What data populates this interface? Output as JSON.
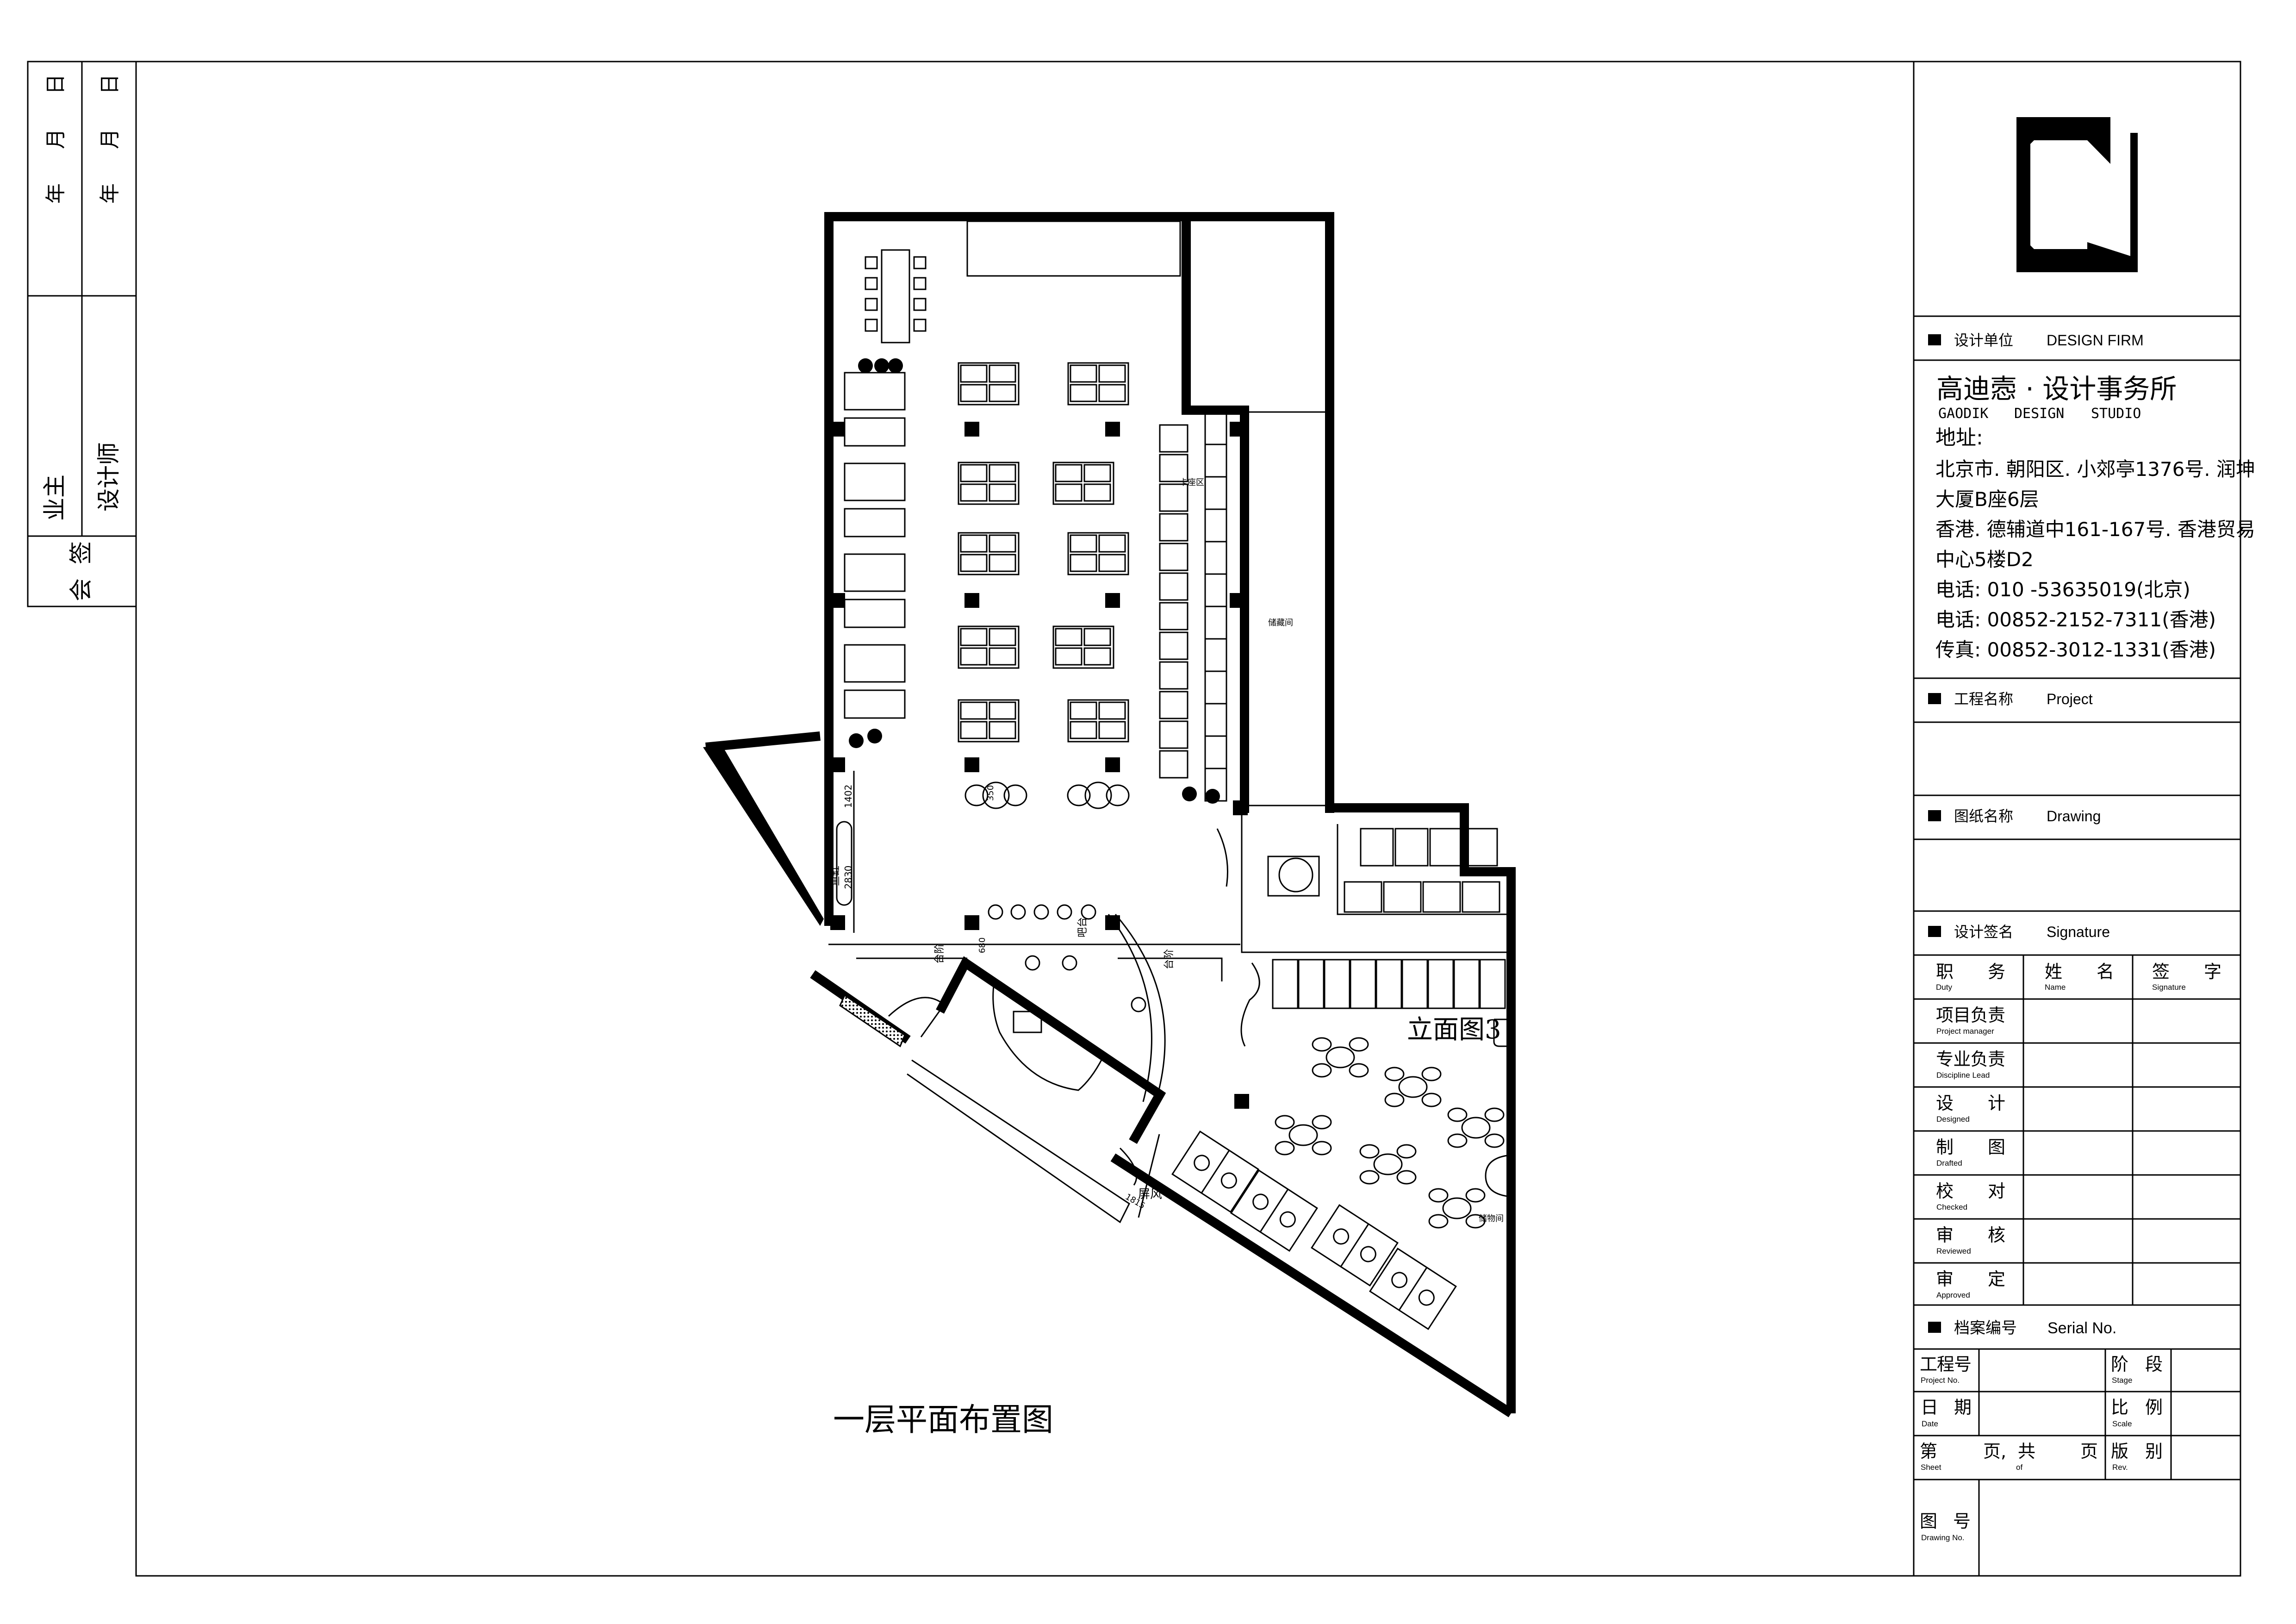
{
  "left_strip": {
    "date_1": "年 月 日",
    "date_2": "年 月 日",
    "owner": "业主",
    "designer": "设计师",
    "countersign": "会签"
  },
  "drawing_title": "一层平面布置图",
  "plan": {
    "labels": {
      "fish_tank": "鱼缸",
      "steps_left": "台阶",
      "steps_right": "台阶",
      "bar_counter": "吧台",
      "screen": "屏风",
      "booth_area": "卡座区",
      "storage_room": "储藏间",
      "storeroom": "储物间",
      "elevation_ref": "立面图3"
    },
    "dimensions": {
      "d1402": "1402",
      "d2830": "2830",
      "d350": "350",
      "d680": "680",
      "d1815": "1815"
    }
  },
  "title_block": {
    "logo_icon": "gaodik-logo",
    "design_firm": {
      "cn": "设计单位",
      "en": "DESIGN FIRM"
    },
    "firm_name": "高迪悫 · 设计事务所",
    "firm_name_en": [
      "GAODIK",
      "DESIGN",
      "STUDIO"
    ],
    "address_label": "地址:",
    "address_lines": [
      "北京市. 朝阳区. 小郊亭1376号. 润坤",
      "大厦B座6层",
      "香港. 德辅道中161-167号. 香港贸易",
      "中心5楼D2",
      "电话: 010 -53635019(北京)",
      "电话: 00852-2152-7311(香港)",
      "传真: 00852-3012-1331(香港)"
    ],
    "project": {
      "cn": "工程名称",
      "en": "Project"
    },
    "drawing": {
      "cn": "图纸名称",
      "en": "Drawing"
    },
    "signature": {
      "cn": "设计签名",
      "en": "Signature"
    },
    "sig_headers": [
      {
        "cn": "职务",
        "en": "Duty"
      },
      {
        "cn": "姓名",
        "en": "Name"
      },
      {
        "cn": "签字",
        "en": "Signature"
      }
    ],
    "roles": [
      {
        "cn": "项目负责",
        "en": "Project manager"
      },
      {
        "cn": "专业负责",
        "en": "Discipline Lead"
      },
      {
        "cn": "设计",
        "en": "Designed"
      },
      {
        "cn": "制图",
        "en": "Drafted"
      },
      {
        "cn": "校对",
        "en": "Checked"
      },
      {
        "cn": "审核",
        "en": "Reviewed"
      },
      {
        "cn": "审定",
        "en": "Approved"
      }
    ],
    "serial": {
      "cn": "档案编号",
      "en": "Serial No."
    },
    "fields": {
      "project_no": {
        "cn": "工程号",
        "en": "Project No."
      },
      "stage": {
        "cn": "阶段",
        "en": "Stage"
      },
      "date": {
        "cn": "日期",
        "en": "Date"
      },
      "scale": {
        "cn": "比例",
        "en": "Scale"
      },
      "sheet": {
        "cn1": "第",
        "cn2": "页,",
        "cn3": "共",
        "cn4": "页",
        "en": "Sheet",
        "en2": "of"
      },
      "rev": {
        "cn": "版别",
        "en": "Rev."
      },
      "drawing_no": {
        "cn": "图号",
        "en": "Drawing No."
      }
    }
  }
}
